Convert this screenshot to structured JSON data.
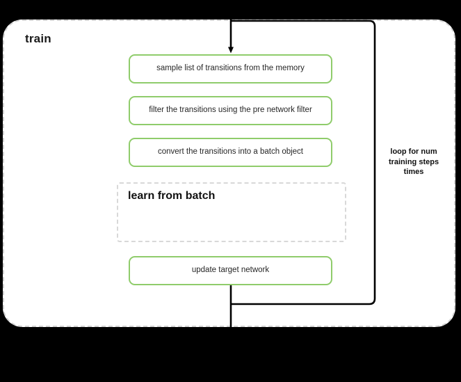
{
  "diagram": {
    "title": "train",
    "background_color": "#000000",
    "container": {
      "name": "train",
      "border_style": "dashed",
      "border_color": "#d2d2d2",
      "fill": "#ffffff"
    },
    "steps": [
      {
        "id": "sample",
        "label": "sample list of transitions from the memory",
        "border_color": "#8fcc6b"
      },
      {
        "id": "filter",
        "label": "filter the transitions using the pre network filter",
        "border_color": "#8fcc6b"
      },
      {
        "id": "convert",
        "label": "convert the transitions into a batch object",
        "border_color": "#8fcc6b"
      },
      {
        "id": "update",
        "label": "update target network",
        "border_color": "#8fcc6b"
      }
    ],
    "subgraph": {
      "id": "learn-from-batch",
      "label": "learn from batch",
      "border_style": "dashed",
      "border_color": "#d8d8d8"
    },
    "loop": {
      "caption": "loop for num training steps times",
      "line_color": "#000000"
    },
    "edges": {
      "entry_arrow": "arrow-down-into-sample",
      "exit_line": "line-down-out-of-train"
    }
  }
}
